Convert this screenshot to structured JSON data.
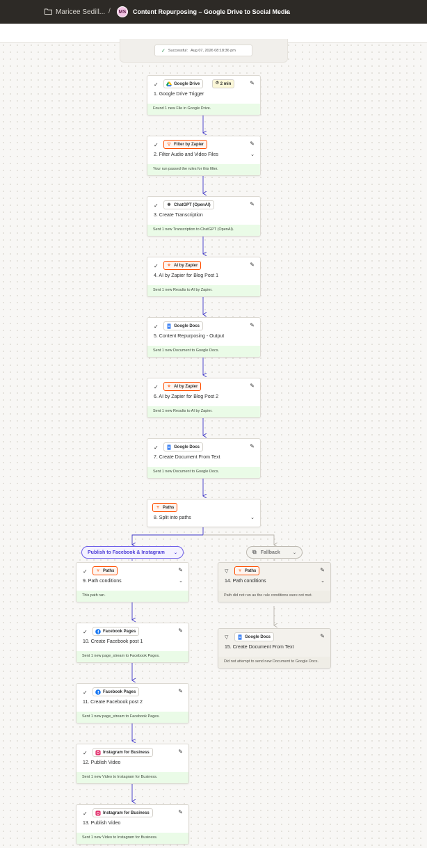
{
  "topbar": {
    "folder_name": "Maricee Sedill...",
    "separator": "/",
    "avatar_initials": "MS",
    "zap_title": "Content Repurposing – Google Drive to Social Media"
  },
  "run": {
    "status_label": "Successful:",
    "timestamp": "Aug 07, 2026 08:18:36 pm"
  },
  "branches": {
    "a_label": "Publish to Facebook & Instagram",
    "b_label": "Fallback"
  },
  "steps": {
    "s1": {
      "app": "Google Drive",
      "duration": "2 min",
      "title": "1. Google Drive Trigger",
      "result": "Found 1 new File in Google Drive."
    },
    "s2": {
      "app": "Filter by Zapier",
      "title": "2. Filter Audio and Video Files",
      "result": "Your run passed the rules for this filter."
    },
    "s3": {
      "app": "ChatGPT (OpenAI)",
      "title": "3. Create Transcription",
      "result": "Sent 1 new Transcription to ChatGPT (OpenAI)."
    },
    "s4": {
      "app": "AI by Zapier",
      "title": "4. AI by Zapier for Blog Post 1",
      "result": "Sent 1 new Results to AI by Zapier."
    },
    "s5": {
      "app": "Google Docs",
      "title": "5. Content Repurposing - Output",
      "result": "Sent 1 new Document to Google Docs."
    },
    "s6": {
      "app": "AI by Zapier",
      "title": "6. AI by Zapier for Blog Post 2",
      "result": "Sent 1 new Results to AI by Zapier."
    },
    "s7": {
      "app": "Google Docs",
      "title": "7. Create Document From Text",
      "result": "Sent 1 new Document to Google Docs."
    },
    "s8": {
      "app": "Paths",
      "title": "8. Split into paths"
    },
    "s9": {
      "app": "Paths",
      "title": "9. Path conditions",
      "result": "This path ran."
    },
    "s10": {
      "app": "Facebook Pages",
      "title": "10. Create Facebook post 1",
      "result": "Sent 1 new page_stream to Facebook Pages."
    },
    "s11": {
      "app": "Facebook Pages",
      "title": "11. Create Facebook post 2",
      "result": "Sent 1 new page_stream to Facebook Pages."
    },
    "s12": {
      "app": "Instagram for Business",
      "title": "12. Publish Video",
      "result": "Sent 1 new Video to Instagram for Business."
    },
    "s13": {
      "app": "Instagram for Business",
      "title": "13. Publish Video",
      "result": "Sent 1 new Video to Instagram for Business."
    },
    "s14": {
      "app": "Paths",
      "title": "14. Path conditions",
      "result": "Path did not run as the rule conditions were not met."
    },
    "s15": {
      "app": "Google Docs",
      "title": "15. Create Document From Text",
      "result": "Did not attempt to send new Document to Google Docs."
    }
  },
  "colors": {
    "topbar": "#2d2a26",
    "zapier_orange": "#ff4f00",
    "path_purple": "#4a3ad6",
    "success_green": "#eafbe7",
    "connector": "#3d35c7"
  },
  "icons": {
    "check": "check-icon",
    "filter": "filter-icon",
    "edit": "pencil-icon",
    "chevron": "chevron-down-icon",
    "folder": "folder-icon",
    "fallback": "fallback-icon"
  }
}
